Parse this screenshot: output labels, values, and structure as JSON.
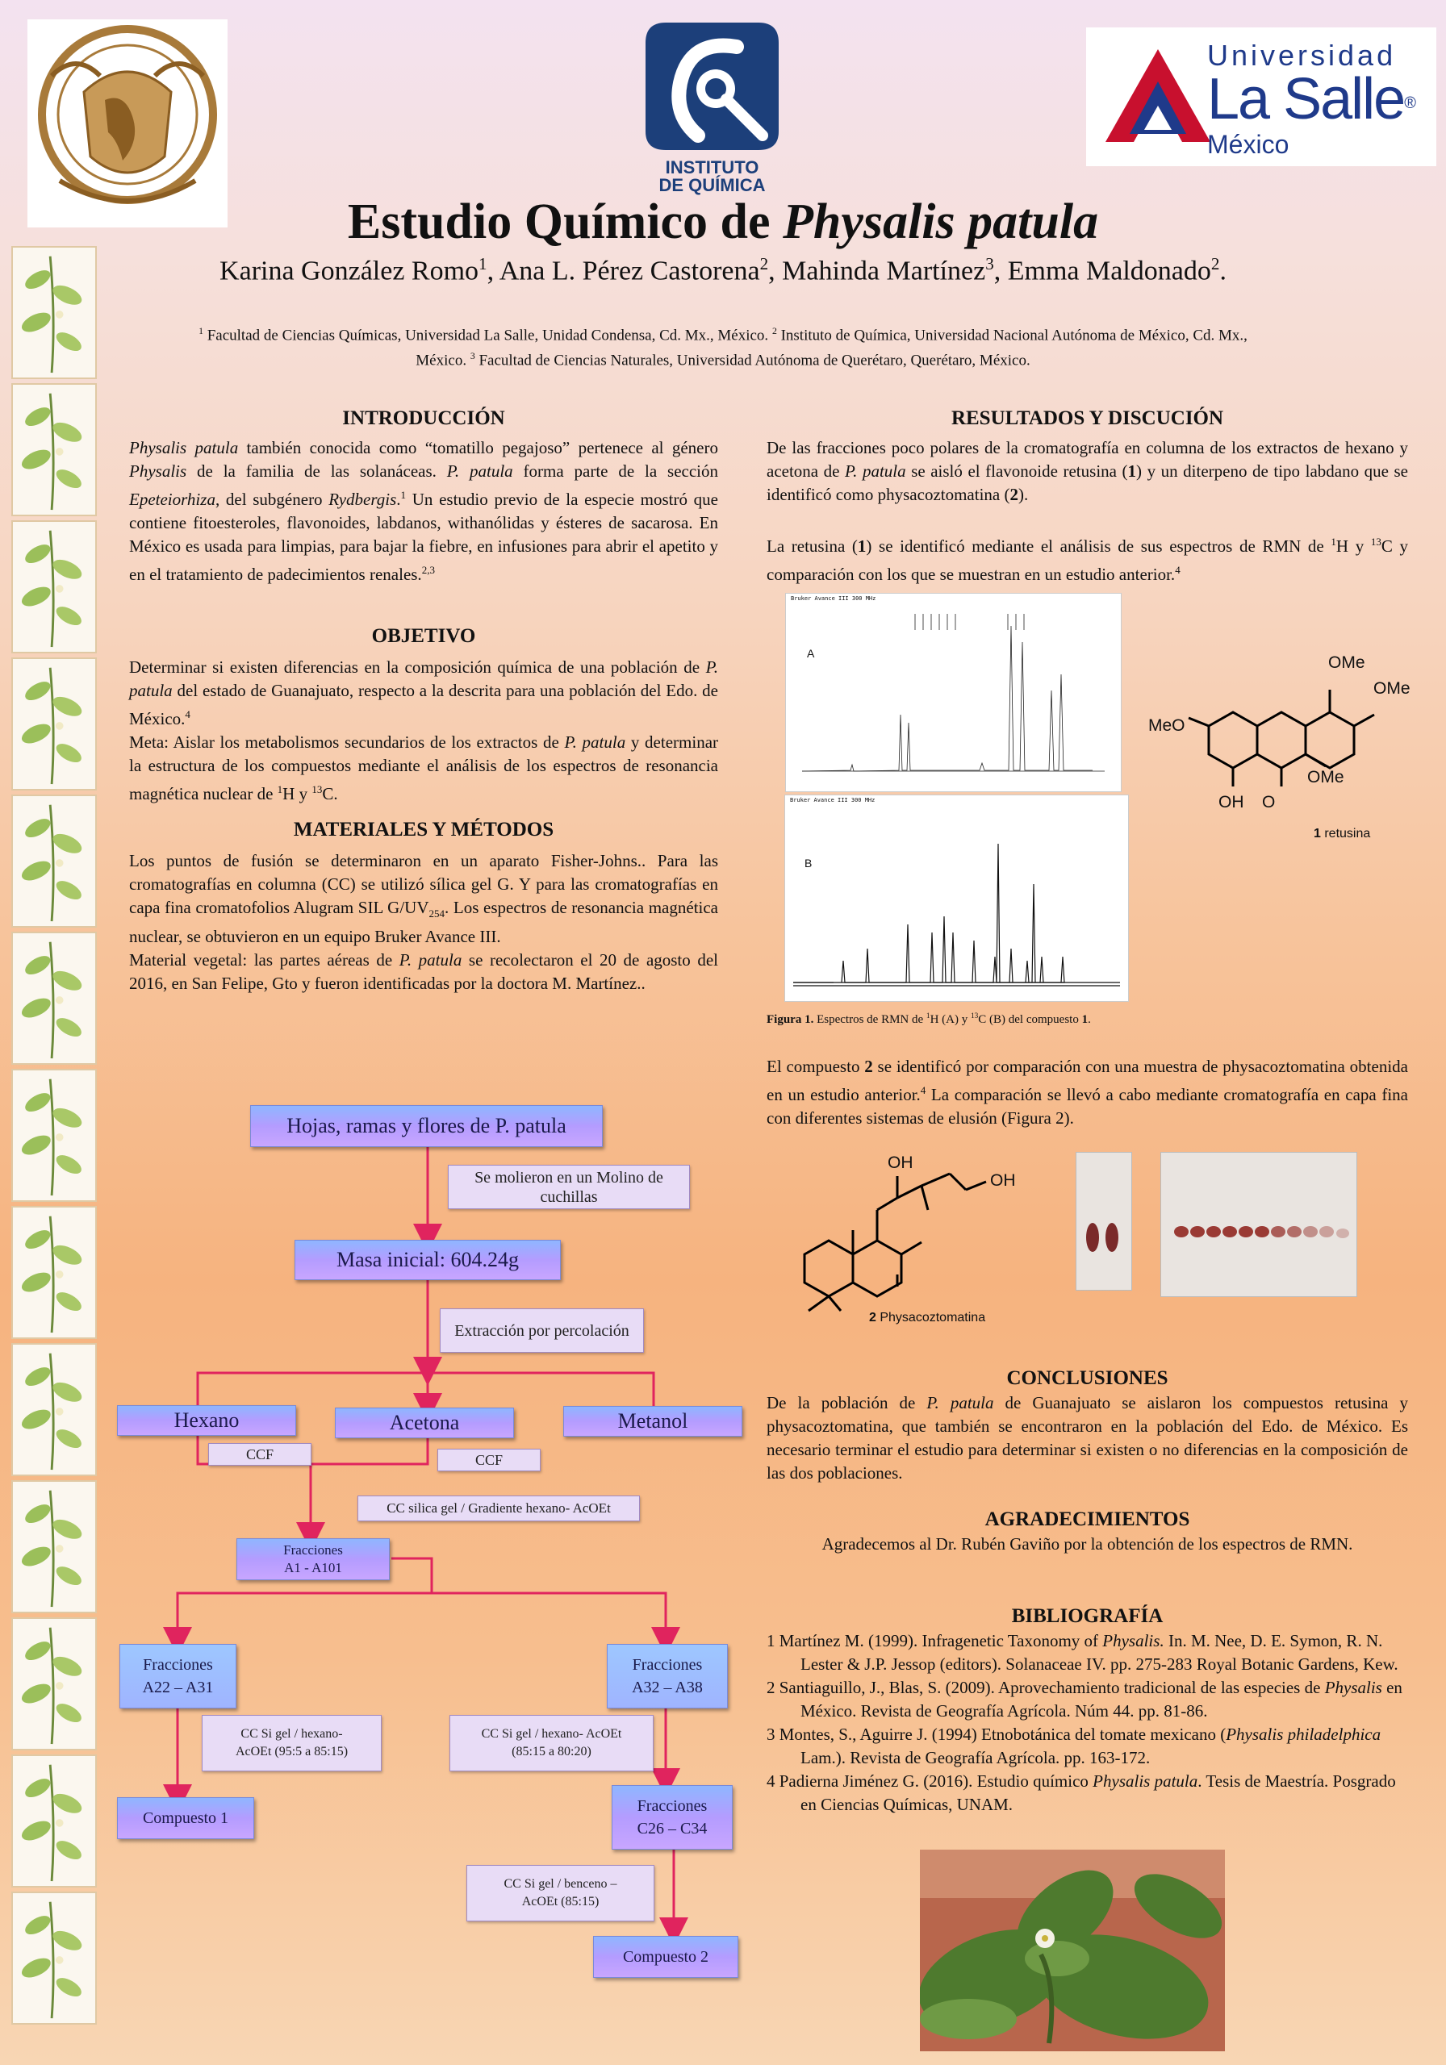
{
  "header": {
    "logo_right": {
      "line1": "Universidad",
      "line2": "La Salle",
      "line3": "México",
      "reg": "®"
    },
    "logo_center": {
      "line1": "INSTITUTO",
      "line2": "DE QUÍMICA"
    },
    "title_prefix": "Estudio Químico de ",
    "title_species": "Physalis patula",
    "authors": [
      {
        "name": "Karina González Romo",
        "sup": "1",
        "sep": ", "
      },
      {
        "name": "Ana L. Pérez Castorena",
        "sup": "2",
        "sep": ", "
      },
      {
        "name": "Mahinda Martínez",
        "sup": "3",
        "sep": ", "
      },
      {
        "name": "Emma Maldonado",
        "sup": "2",
        "sep": "."
      }
    ],
    "affil": {
      "s1": "1",
      "t1": " Facultad de Ciencias Químicas, Universidad La Salle, Unidad Condensa, Cd. Mx., México. ",
      "s2": "2",
      "t2": " Instituto de Química, Universidad Nacional Autónoma de México, Cd. Mx., México. ",
      "s3": "3",
      "t3": " Facultad de Ciencias Naturales, Universidad Autónoma de Querétaro, Querétaro, México."
    }
  },
  "intro": {
    "heading": "INTRODUCCIÓN",
    "i1": "Physalis patula",
    "t1": " también conocida como “tomatillo pegajoso” pertenece al género ",
    "i2": "Physalis",
    "t2": " de la familia de las solanáceas. ",
    "i3": "P. patula",
    "t3": " forma parte de la sección ",
    "i4": "Epeteiorhiza",
    "t4": ", del subgénero ",
    "i5": "Rydbergis",
    "t5": ".",
    "s1": "1",
    "t6": " Un estudio previo de la especie mostró que contiene fitoesteroles, flavonoides, labdanos, withanólidas y ésteres de sacarosa. En México es usada para limpias, para bajar la fiebre, en infusiones para abrir el apetito y en el tratamiento de padecimientos renales.",
    "s2": "2,3"
  },
  "objetivo": {
    "heading": "OBJETIVO",
    "t1": "Determinar si existen diferencias en la composición química de una población de ",
    "i1": "P. patula",
    "t2": " del estado de Guanajuato, respecto a la descrita para una población del Edo. de México.",
    "s1": "4",
    "t3": "Meta: Aislar los metabolismos secundarios de los extractos  de ",
    "i2": "P. patula",
    "t4": " y determinar la estructura de los compuestos mediante el análisis de los espectros de resonancia magnética nuclear de ",
    "s2": "1",
    "t5": "H y ",
    "s3": "13",
    "t6": "C."
  },
  "materiales": {
    "heading": "MATERIALES  Y MÉTODOS",
    "t1": "Los puntos de fusión se determinaron en un aparato Fisher-Johns..        Para las cromatografías en columna (CC) se utilizó sílica gel G. Y para las cromatografías en capa fina cromatofolios Alugram SIL G/UV",
    "sub1": "254",
    "t2": ". Los espectros de resonancia magnética nuclear, se obtuvieron en un equipo Bruker Avance III.",
    "t3": "Material vegetal: las partes aéreas de ",
    "i1": "P. patula",
    "t4": " se recolectaron el 20 de agosto del 2016, en San Felipe, Gto y fueron identificadas por la doctora M. Martínez.."
  },
  "flow": {
    "b1": "Hojas, ramas y flores de P. patula",
    "n1": "Se molieron en un Molino de cuchillas",
    "b2": "Masa inicial: 604.24g",
    "n2": "Extracción por percolación",
    "hexano": "Hexano",
    "acetona": "Acetona",
    "metanol": "Metanol",
    "ccf1": "CCF",
    "ccf2": "CCF",
    "n3": "CC silica gel / Gradiente hexano- AcOEt",
    "fa1": "Fracciones",
    "fa2": "A1 - A101",
    "fb1": "Fracciones",
    "fb2": "A22 – A31",
    "fc1": "Fracciones",
    "fc2": "A32 – A38",
    "n4a": "CC Si gel / hexano-",
    "n4b": "AcOEt (95:5 a 85:15)",
    "n5a": "CC Si gel / hexano- AcOEt",
    "n5b": "(85:15 a 80:20)",
    "comp1": "Compuesto 1",
    "fd1": "Fracciones",
    "fd2": "C26 – C34",
    "n6a": "CC Si gel / benceno –",
    "n6b": "AcOEt (85:15)",
    "comp2": "Compuesto 2"
  },
  "resultados": {
    "heading": "RESULTADOS Y DISCUCIÓN",
    "p1a": "De las fracciones poco polares de la cromatografía en columna de los extractos de hexano y acetona de ",
    "p1i": "P. patula",
    "p1b": " se aisló el flavonoide retusina (",
    "p1n1": "1",
    "p1c": ") y un diterpeno de tipo labdano que se identificó como physacoztomatina (",
    "p1n2": "2",
    "p1d": ").",
    "p2a": "La retusina (",
    "p2n": "1",
    "p2b": ") se identificó mediante el análisis de sus espectros de RMN de ",
    "p2s1": "1",
    "p2c": "H y ",
    "p2s2": "13",
    "p2d": "C y comparación con los que se muestran en un estudio anterior.",
    "p2s3": "4",
    "specA": "A",
    "specB": "B",
    "specA_hdr": "Bruker Avance III 300 MHz",
    "specB_hdr": "Bruker Avance III 300 MHz",
    "mol1_label_n": "1",
    "mol1_label": " retusina",
    "mol1_ome1": "OMe",
    "mol1_ome2": "OMe",
    "mol1_meo": "MeO",
    "mol1_ome3": "OMe",
    "mol1_oh": "OH",
    "mol1_o": "O",
    "fig_b": "Figura 1.",
    "fig_t1": " Espectros de RMN de ",
    "fig_s1": "1",
    "fig_t2": "H (A) y ",
    "fig_s2": "13",
    "fig_t3": "C (B) del compuesto ",
    "fig_n": "1",
    "fig_t4": ".",
    "p3a": "El compuesto ",
    "p3n": "2",
    "p3b": " se identificó por comparación con una muestra de physacoztomatina obtenida en un estudio anterior.",
    "p3s": "4",
    "p3c": " La comparación se llevó a cabo mediante cromatografía en capa fina con diferentes sistemas de elusión (Figura 2).",
    "mol2_label_n": "2",
    "mol2_label": " Physacoztomatina",
    "mol2_oh1": "OH",
    "mol2_oh2": "OH"
  },
  "conclusiones": {
    "heading": "CONCLUSIONES",
    "t1": "De la población de ",
    "i1": "P. patula",
    "t2": " de Guanajuato se aislaron los compuestos retusina y physacoztomatina, que también se encontraron en la población del Edo. de México. Es necesario terminar el estudio para determinar si existen o no diferencias en la composición de las dos poblaciones."
  },
  "agradecimientos": {
    "heading": "AGRADECIMIENTOS",
    "text": "Agradecemos al Dr. Rubén Gaviño por la obtención de los espectros de RMN."
  },
  "bibliografia": {
    "heading": "BIBLIOGRAFÍA",
    "r1a": "1 Martínez M. (1999). Infragenetic Taxonomy of ",
    "r1i": "Physalis.",
    "r1b": " In. M. Nee, D. E. Symon, R. N. Lester & J.P. Jessop (editors). Solanaceae IV. pp. 275-283 Royal Botanic Gardens, Kew.",
    "r2a": "2 Santiaguillo, J., Blas, S. (2009). Aprovechamiento tradicional de las especies de ",
    "r2i": "Physalis",
    "r2b": " en México. Revista de Geografía Agrícola. Núm 44. pp. 81-86.",
    "r3a": "3 Montes, S., Aguirre J. (1994) Etnobotánica del tomate mexicano (",
    "r3i": "Physalis philadelphica",
    "r3b": " Lam.). Revista de Geografía Agrícola. pp. 163-172.",
    "r4a": "4 Padierna Jiménez G. (2016). Estudio químico ",
    "r4i": "Physalis patula",
    "r4b": ". Tesis de Maestría. Posgrado en Ciencias Químicas, UNAM."
  },
  "colors": {
    "arrow": "#e0245e",
    "boxTop": "#8fb6ff",
    "boxBottom": "#c8a6ff",
    "lasalleRed": "#c8102e",
    "lasalleBlue": "#1f3a8a",
    "iqBlue": "#1c3f7a"
  }
}
